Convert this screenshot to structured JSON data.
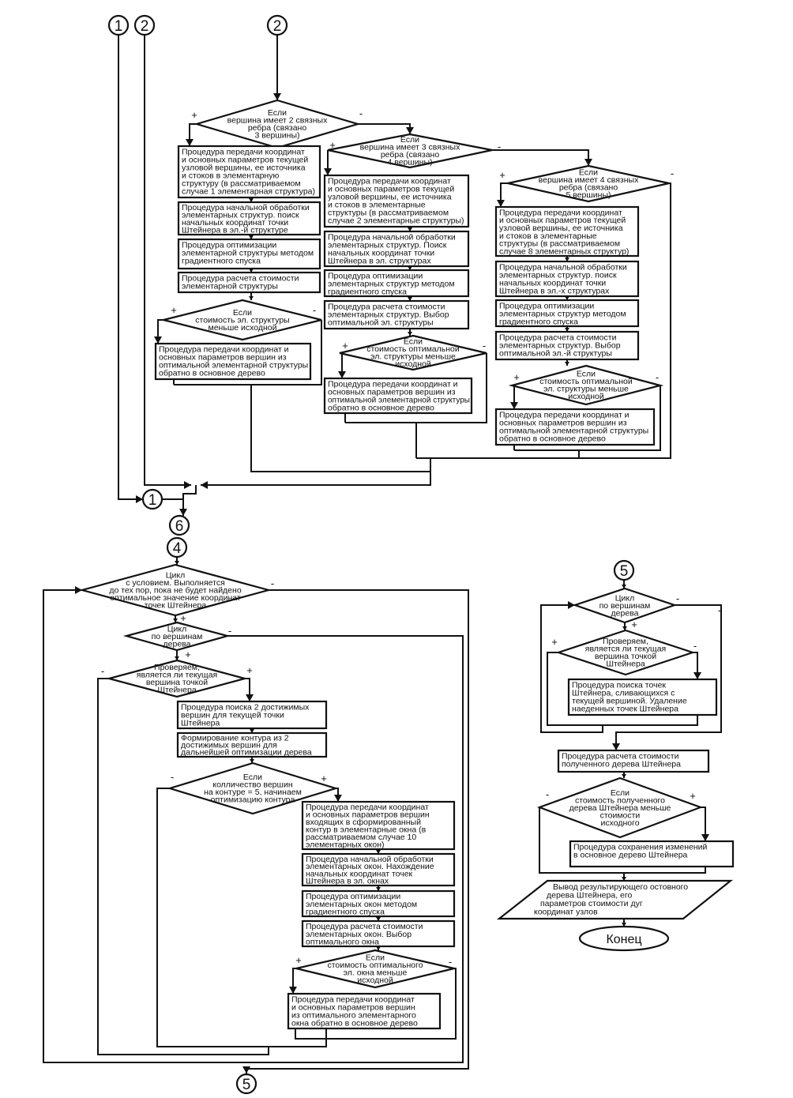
{
  "connectors": {
    "c1_top": "1",
    "c2_top_a": "2",
    "c2_top_b": "2",
    "c1_mid": "1",
    "c6": "6",
    "c4": "4",
    "c5_right": "5",
    "c5_bottom": "5"
  },
  "branch": {
    "plus": "+",
    "minus": "-"
  },
  "nodes": {
    "d1": {
      "type": "decision",
      "lines": [
        "Если",
        "вершина имеет 2 связных",
        "ребра (связано",
        "3 вершины)"
      ]
    },
    "b1a": {
      "type": "process",
      "lines": [
        "Процедура передачи координат",
        "и основных параметров текущей",
        "узловой вершины, ее источника",
        "и стоков в элементарную",
        "структуру (в рассматриваемом",
        "случае 1 элементарная структура)"
      ]
    },
    "b1b": {
      "type": "process",
      "lines": [
        "Процедура начальной обработки",
        "элементарных структур. поиск",
        "начальных координат точки",
        "Штейнера в эл.-й структуре"
      ]
    },
    "b1c": {
      "type": "process",
      "lines": [
        "Процедура оптимизации",
        "элементарной структуры методом",
        "градиентного спуска"
      ]
    },
    "b1d": {
      "type": "process",
      "lines": [
        "Процедура расчета стоимости",
        "элементарной структуры"
      ]
    },
    "d1b": {
      "type": "decision",
      "lines": [
        "Если",
        "стоимость эл. структуры",
        "меньше исходной"
      ]
    },
    "b1e": {
      "type": "process",
      "lines": [
        "Процедура передачи координат и",
        "основных параметров вершин из",
        "оптимальной элементарной структуры",
        "обратно в основное дерево"
      ]
    },
    "d2": {
      "type": "decision",
      "lines": [
        "Если",
        "вершина имеет 3 связных",
        "ребра (связано",
        "4 вершины)"
      ]
    },
    "b2a": {
      "type": "process",
      "lines": [
        "Процедура передачи координат",
        "и основных параметров текущей",
        "узловой вершины, ее источника",
        "и стоков в элементарные",
        "структуры (в рассматриваемом",
        "случае 2 элементарные структуры)"
      ]
    },
    "b2b": {
      "type": "process",
      "lines": [
        "Процедура начальной обработки",
        "элементарных структур. Поиск",
        "начальных координат точки",
        "Штейнера в эл. структурах"
      ]
    },
    "b2c": {
      "type": "process",
      "lines": [
        "Процедура оптимизации",
        "элементарных структур методом",
        "градиентного спуска"
      ]
    },
    "b2d": {
      "type": "process",
      "lines": [
        "Процедура расчета стоимости",
        "элементарных структур. Выбор",
        "оптимальной эл. структуры"
      ]
    },
    "d2b": {
      "type": "decision",
      "lines": [
        "Если",
        "стоимость оптимальной",
        "эл. структуры меньше",
        "исходной"
      ]
    },
    "b2e": {
      "type": "process",
      "lines": [
        "Процедура передачи координат и",
        "основных параметров вершин из",
        "оптимальной элементарной структуры",
        "обратно в основное дерево"
      ]
    },
    "d3": {
      "type": "decision",
      "lines": [
        "Если",
        "вершина имеет 4 связных",
        "ребра (связано",
        "5 вершины)"
      ]
    },
    "b3a": {
      "type": "process",
      "lines": [
        "Процедура передачи координат",
        "и основных параметров текущей",
        "узловой вершины, ее источника",
        "и стоков в элементарные",
        "структуры (в рассматриваемом",
        "случае 8 элементарных структур)"
      ]
    },
    "b3b": {
      "type": "process",
      "lines": [
        "Процедура начальной обработки",
        "элементарных структур. поиск",
        "начальных координат точки",
        "Штейнера в эл.-х структурах"
      ]
    },
    "b3c": {
      "type": "process",
      "lines": [
        "Процедура оптимизации",
        "элементарных структур методом",
        "градиентного спуска"
      ]
    },
    "b3d": {
      "type": "process",
      "lines": [
        "Процедура расчета стоимости",
        "элементарных структур. Выбор",
        "оптимальной эл.-й структуры"
      ]
    },
    "d3b": {
      "type": "decision",
      "lines": [
        "Если",
        "стоимость оптимальной",
        "эл. структуры меньше",
        "исходной"
      ]
    },
    "b3e": {
      "type": "process",
      "lines": [
        "Процедура передачи координат и",
        "основных параметров вершин из",
        "оптимальной элементарной структуры",
        "обратно в основное дерево"
      ]
    },
    "l1": {
      "type": "decision",
      "lines": [
        "Цикл",
        "с условием. Выполняется",
        "до тех пор, пока не будет найдено",
        "оптимальное значение координат",
        "точек Штейнера"
      ]
    },
    "l2": {
      "type": "decision",
      "lines": [
        "Цикл",
        "по вершинам",
        "дерева"
      ]
    },
    "l3": {
      "type": "decision",
      "lines": [
        "Проверяем,",
        "является ли текущая",
        "вершина точкой",
        "Штейнера"
      ]
    },
    "lb1": {
      "type": "process",
      "lines": [
        "Процедура поиска 2 достижимых",
        "вершин для текущей точки",
        "Штейнера"
      ]
    },
    "lb2": {
      "type": "process",
      "lines": [
        "Формирование контура из 2",
        "достижимых вершин для",
        "дальнейшей оптимизации дерева"
      ]
    },
    "l4": {
      "type": "decision",
      "lines": [
        "Если",
        "колличество вершин",
        "на контуре = 5, начинаем",
        "оптимизацию контура"
      ]
    },
    "lb3": {
      "type": "process",
      "lines": [
        "Процедура передачи координат",
        "и основных параметров вершин",
        "входящих в сформированный",
        "контур в элементарные окна (в",
        "рассматриваемом случае 10",
        "элементарных окон)"
      ]
    },
    "lb4": {
      "type": "process",
      "lines": [
        "Процедура начальной обработки",
        "элементарных окон. Нахождение",
        "начальных координат точек",
        "Штейнера в эл. окнах"
      ]
    },
    "lb5": {
      "type": "process",
      "lines": [
        "Процедура оптимизации",
        "элементарных окон методом",
        "градиентного спуска"
      ]
    },
    "lb6": {
      "type": "process",
      "lines": [
        "Процедура расчета стоимости",
        "элементарных окон. Выбор",
        "оптимального окна"
      ]
    },
    "l5": {
      "type": "decision",
      "lines": [
        "Если",
        "стоимость оптимального",
        "эл. окна меньше",
        "исходной"
      ]
    },
    "lb7": {
      "type": "process",
      "lines": [
        "Процедура передачи координат",
        "и основных параметров вершин",
        "из оптимального элементарного",
        "окна обратно в основное дерево"
      ]
    },
    "r1": {
      "type": "decision",
      "lines": [
        "Цикл",
        "по вершинам",
        "дерева"
      ]
    },
    "r2": {
      "type": "decision",
      "lines": [
        "Проверяем,",
        "является ли текущая",
        "вершина точкой",
        "Штейнера"
      ]
    },
    "rb1": {
      "type": "process",
      "lines": [
        "Процедура поиска точек",
        "Штейнера, сливающихся с",
        "текущей вершиной. Удаление",
        "наеденных точек Штейнера"
      ]
    },
    "rb2": {
      "type": "process",
      "lines": [
        "Процедура расчета стоимости",
        "полученного дерева Штейнера"
      ]
    },
    "r3": {
      "type": "decision",
      "lines": [
        "Если",
        "стоимость полученного",
        "дерева Штейнера меньше",
        "стоимости",
        "исходного"
      ]
    },
    "rb3": {
      "type": "process",
      "lines": [
        "Процедура сохранения изменений",
        "в основное дерево Штейнера"
      ]
    },
    "out": {
      "type": "output",
      "lines": [
        "Вывод результирующего остовного",
        "дерева Штейнера, его",
        "параметров стоимости дуг",
        "координат узлов"
      ]
    },
    "end": {
      "type": "terminator",
      "lines": [
        "Конец"
      ]
    }
  }
}
